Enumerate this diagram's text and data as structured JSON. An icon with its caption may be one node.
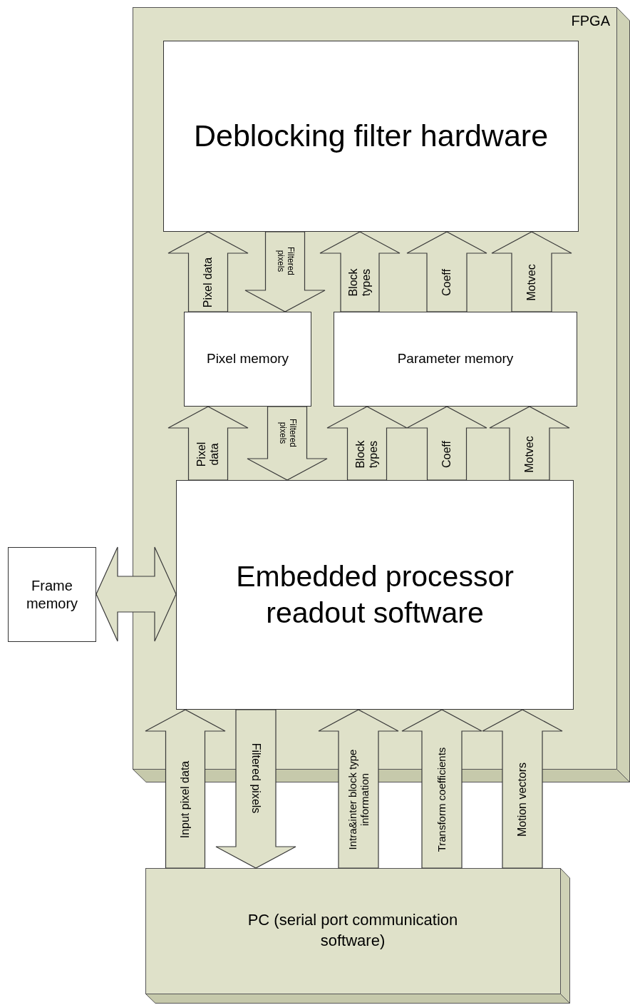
{
  "diagram": {
    "nodes": [
      {
        "text": [
          "FPGA"
        ]
      },
      {
        "text": [
          "Deblocking filter hardware"
        ],
        "in": 0
      },
      {
        "text": [
          "Pixel memory"
        ],
        "in": 0
      },
      {
        "text": [
          "Parameter memory"
        ],
        "in": 0
      },
      {
        "text": [
          "Embedded processor readout software"
        ],
        "in": 0
      },
      {
        "text": [
          "Frame memory"
        ]
      },
      {
        "text": [
          "PC (serial port communication software)"
        ]
      }
    ],
    "edges": [
      {
        "from": 2,
        "to": 1,
        "arrow": "to",
        "label": "Pixel data"
      },
      {
        "from": 1,
        "to": 2,
        "arrow": "to",
        "label": "Filtered pixels"
      },
      {
        "from": 3,
        "to": 1,
        "arrow": "to",
        "label": "Block types"
      },
      {
        "from": 3,
        "to": 1,
        "arrow": "to",
        "label": "Coeff"
      },
      {
        "from": 3,
        "to": 1,
        "arrow": "to",
        "label": "Motvec"
      },
      {
        "from": 4,
        "to": 2,
        "arrow": "to",
        "label": "Pixel data"
      },
      {
        "from": 2,
        "to": 4,
        "arrow": "to",
        "label": "Filtered pixels"
      },
      {
        "from": 4,
        "to": 3,
        "arrow": "to",
        "label": "Block types"
      },
      {
        "from": 4,
        "to": 3,
        "arrow": "to",
        "label": "Coeff"
      },
      {
        "from": 4,
        "to": 3,
        "arrow": "to",
        "label": "Motvec"
      },
      {
        "from": 5,
        "to": 4,
        "arrow": "both"
      },
      {
        "from": 6,
        "to": 4,
        "arrow": "to",
        "label": "Input pixel data"
      },
      {
        "from": 4,
        "to": 6,
        "arrow": "to",
        "label": "Filtered pixels"
      },
      {
        "from": 6,
        "to": 4,
        "arrow": "to",
        "label": "Intra&inter block type information"
      },
      {
        "from": 6,
        "to": 4,
        "arrow": "to",
        "label": "Transform coefficients"
      },
      {
        "from": 6,
        "to": 4,
        "arrow": "to",
        "label": "Motion vectors"
      }
    ]
  }
}
